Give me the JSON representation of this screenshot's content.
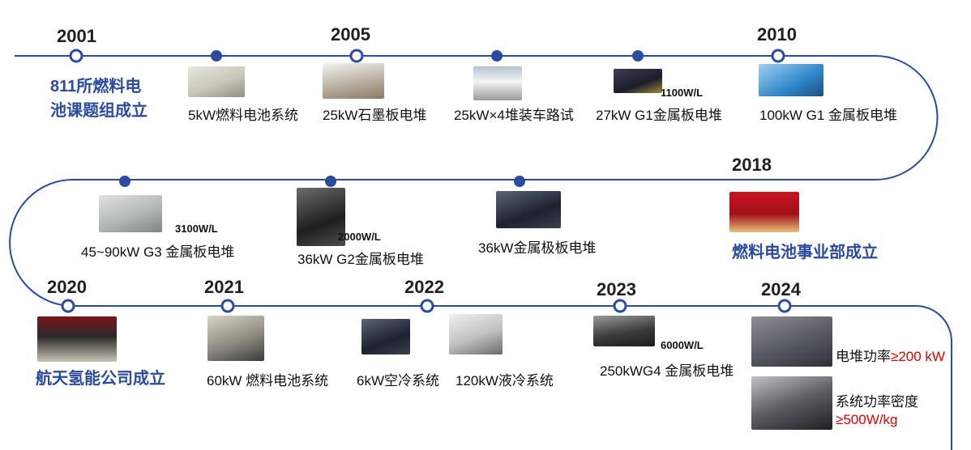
{
  "years": {
    "y2001": "2001",
    "y2005": "2005",
    "y2010": "2010",
    "y2018": "2018",
    "y2020": "2020",
    "y2021": "2021",
    "y2022": "2022",
    "y2023": "2023",
    "y2024": "2024"
  },
  "milestones": {
    "m2001_line1": "811所燃料电",
    "m2001_line2": "池课题组成立",
    "m2018": "燃料电池事业部成立",
    "m2020": "航天氢能公司成立"
  },
  "products": {
    "p_5kw": "5kW燃料电池系统",
    "p_25kw": "25kW石墨板电堆",
    "p_25x4": "25kW×4堆装车路试",
    "p_27kw": "27kW   G1金属板电堆",
    "p_27kw_spec": "1100W/L",
    "p_100kw": "100kW   G1 金属板电堆",
    "p_45_90": "45~90kW   G3 金属板电堆",
    "p_45_90_spec": "3100W/L",
    "p_36g2": "36kW G2金属板电堆",
    "p_36g2_spec": "2000W/L",
    "p_36metal": "36kW金属极板电堆",
    "p_60kw": "60kW 燃料电池系统",
    "p_6kw": "6kW空冷系统",
    "p_120kw": "120kW液冷系统",
    "p_250kw": "250kWG4 金属板电堆",
    "p_250kw_spec": "6000W/L",
    "p_2024_stack_label": "电堆功率",
    "p_2024_stack_value": "≥200 kW",
    "p_2024_sys_label": "系统功率密度",
    "p_2024_sys_value": "≥500W/kg"
  },
  "colors": {
    "track": "#2a4ba0",
    "node_fill": "#2a4ba0",
    "node_hollow_fill": "#ffffff",
    "milestone_text": "#2a4ba0",
    "highlight": "#e00000"
  }
}
